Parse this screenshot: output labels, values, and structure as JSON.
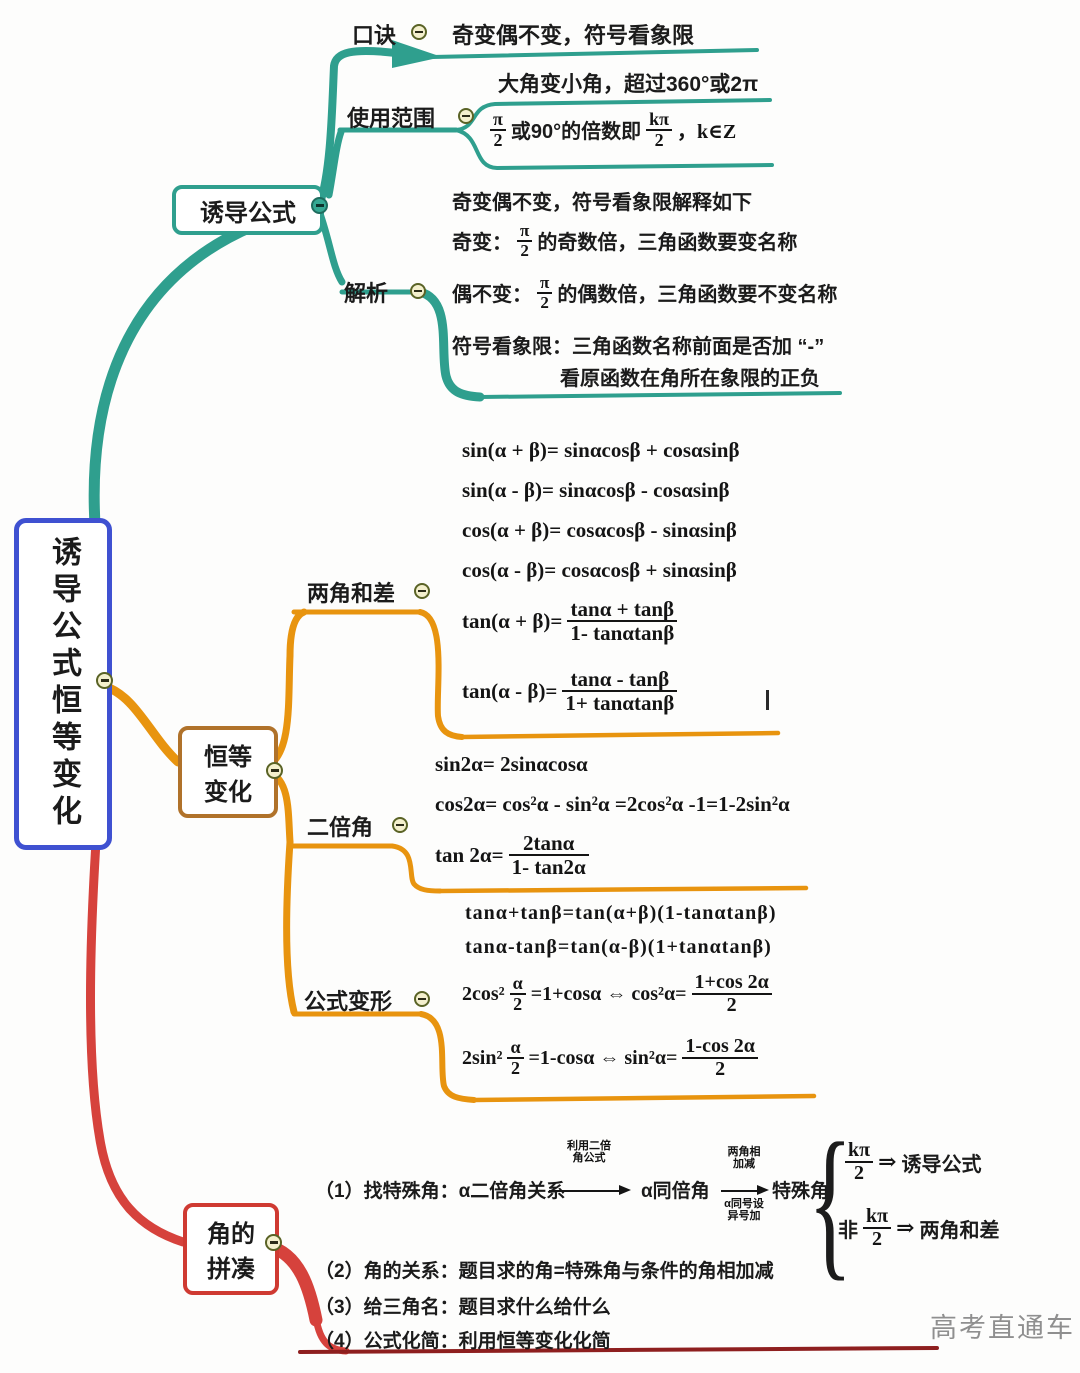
{
  "colors": {
    "teal": "#2f9f8e",
    "orange": "#e8940f",
    "orangebox": "#b0722a",
    "red": "#d6423c",
    "redbox": "#cf3a32",
    "blue": "#3f51d1",
    "darkred": "#8e1f1f",
    "ink": "#1b1b1b"
  },
  "icons": {
    "collapse": "minus-circle"
  },
  "root": {
    "title": "诱导公式恒等变化"
  },
  "b1": {
    "label": "诱导公式",
    "koujue": {
      "label": "口诀",
      "text": "奇变偶不变，符号看象限"
    },
    "fanwei": {
      "label": "使用范围",
      "item1": "大角变小角，超过360°或2π",
      "item2": {
        "num": "π",
        "den": "2",
        "mid": "或90°的倍数即",
        "num2": "kπ",
        "den2": "2",
        "tail": "，k∈Z"
      }
    },
    "jiexi": {
      "label": "解析",
      "line1": "奇变偶不变，符号看象限解释如下",
      "line2": {
        "pre": "奇变：",
        "num": "π",
        "den": "2",
        "post": "的奇数倍，三角函数要变名称"
      },
      "line3": {
        "pre": "偶不变：",
        "num": "π",
        "den": "2",
        "post": "的偶数倍，三角函数要不变名称"
      },
      "line4": "符号看象限：三角函数名称前面是否加 “-”",
      "line5": "看原函数在角所在象限的正负"
    }
  },
  "b2": {
    "label": "恒等变化",
    "hece": {
      "label": "两角和差",
      "f1": "sin(α + β)= sinαcosβ + cosαsinβ",
      "f2": "sin(α - β)= sinαcosβ - cosαsinβ",
      "f3": "cos(α + β)= cosαcosβ - sinαsinβ",
      "f4": "cos(α - β)= cosαcosβ + sinαsinβ",
      "f5": {
        "lhs": "tan(α + β)=",
        "num": "tanα + tanβ",
        "den": "1- tanαtanβ"
      },
      "f6": {
        "lhs": "tan(α - β)=",
        "num": "tanα - tanβ",
        "den": "1+ tanαtanβ"
      }
    },
    "erbei": {
      "label": "二倍角",
      "f1": "sin2α= 2sinαcosα",
      "f2": "cos2α= cos²α - sin²α =2cos²α -1=1-2sin²α",
      "f3": {
        "lhs": "tan 2α=",
        "num": "2tanα",
        "den": "1- tan2α"
      }
    },
    "bianxing": {
      "label": "公式变形",
      "f1": "tanα+tanβ=tan(α+β)(1-tanαtanβ)",
      "f2": "tanα-tanβ=tan(α-β)(1+tanαtanβ)",
      "f3": {
        "pre": "2cos²",
        "num": "α",
        "den": "2",
        "mid": "=1+cosα ⇔ cos²α=",
        "num2": "1+cos 2α",
        "den2": "2"
      },
      "f4": {
        "pre": "2sin²",
        "num": "α",
        "den": "2",
        "mid": "=1-cosα ⇔ sin²α=",
        "num2": "1-cos 2α",
        "den2": "2"
      }
    }
  },
  "b3": {
    "label": "角的拼凑",
    "item1": {
      "pre": "（1）找特殊角：α二倍角关系",
      "arrow1_label": "利用二倍角公式",
      "mid1": "α同倍角",
      "arrow2_top": "两角相加减",
      "arrow2_bottom": "α同号设异号加",
      "mid2": "特殊角",
      "case1": {
        "num": "kπ",
        "den": "2",
        "arr": "⇒",
        "text": "诱导公式"
      },
      "case2": {
        "pre": "非",
        "num": "kπ",
        "den": "2",
        "arr": "⇒",
        "text": "两角和差"
      }
    },
    "item2": "（2）角的关系：题目求的角=特殊角与条件的角相加减",
    "item3": "（3）给三角名：题目求什么给什么",
    "item4": "（4）公式化简：利用恒等变化化简"
  },
  "watermark": "高考直通车"
}
